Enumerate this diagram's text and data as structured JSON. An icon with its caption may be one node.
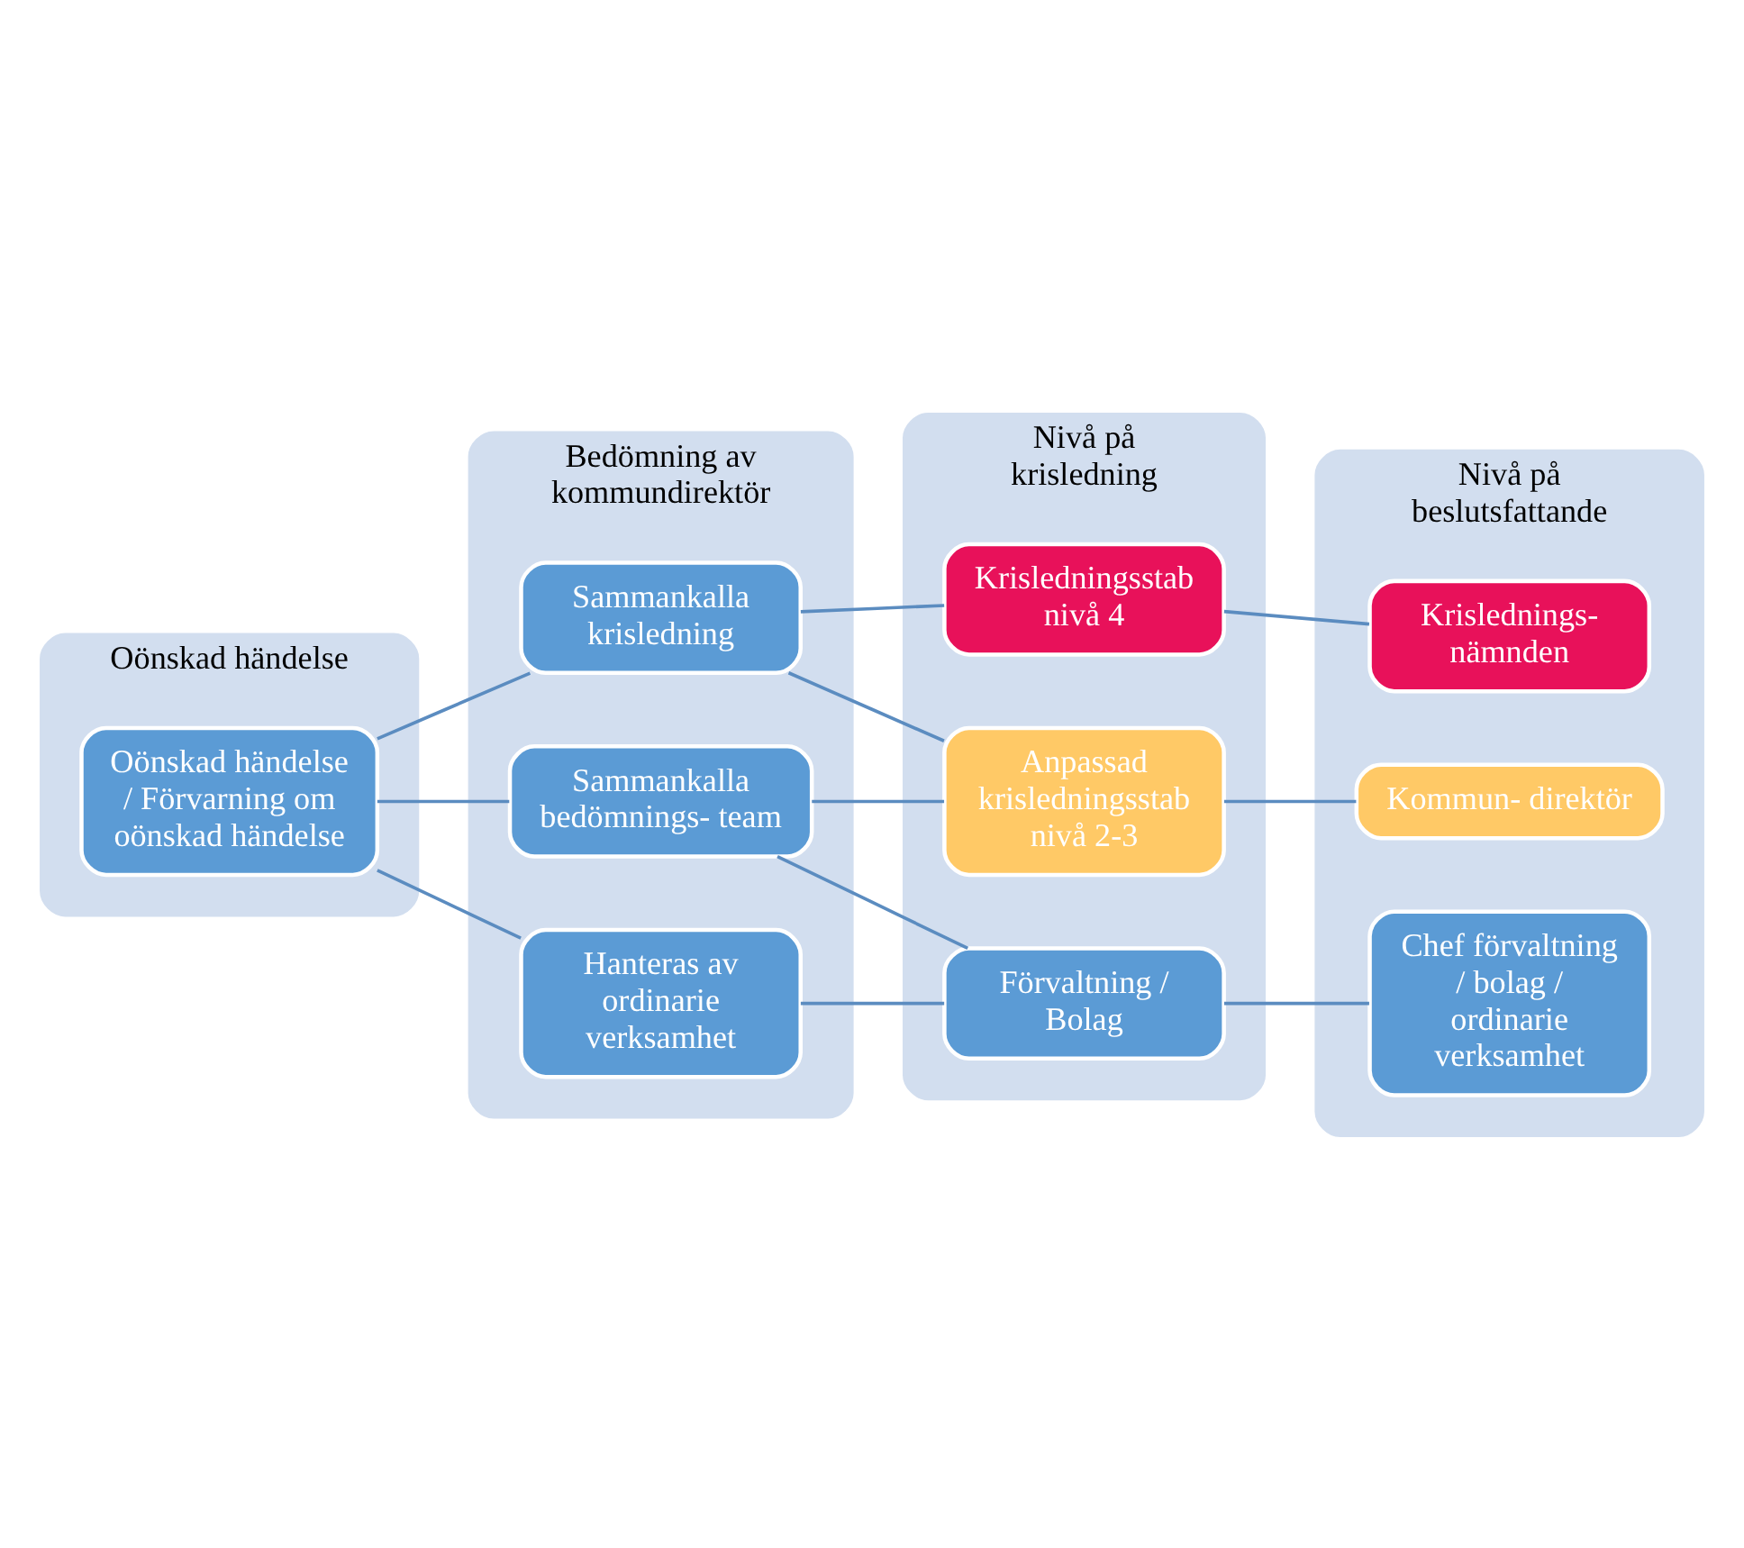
{
  "diagram": {
    "nodes": [
      {
        "text": [
          "Oönskad händelse"
        ]
      },
      {
        "text": [
          "Oönskad händelse / Förvarning om oönskad händelse"
        ],
        "in": 0
      },
      {
        "text": [
          "Bedömning av kommundirektör"
        ]
      },
      {
        "text": [
          "Sammankalla krisledning"
        ],
        "in": 2
      },
      {
        "text": [
          "Sammankalla bedömnings- team"
        ],
        "in": 2
      },
      {
        "text": [
          "Hanteras av ordinarie verksamhet"
        ],
        "in": 2
      },
      {
        "text": [
          "Nivå på krisledning"
        ]
      },
      {
        "text": [
          "Krisledningsstab nivå 4"
        ],
        "in": 6
      },
      {
        "text": [
          "Anpassad krisledningsstab nivå 2-3"
        ],
        "in": 6
      },
      {
        "text": [
          "Förvaltning / Bolag"
        ],
        "in": 6
      },
      {
        "text": [
          "Nivå på beslutsfattande"
        ]
      },
      {
        "text": [
          "Krislednings- nämnden"
        ],
        "in": 10
      },
      {
        "text": [
          "Kommun- direktör"
        ],
        "in": 10
      },
      {
        "text": [
          "Chef förvaltning / bolag / ordinarie verksamhet"
        ],
        "in": 10
      }
    ],
    "edges": [
      {
        "from": 1,
        "to": 3,
        "arrow": "none"
      },
      {
        "from": 1,
        "to": 4,
        "arrow": "none"
      },
      {
        "from": 1,
        "to": 5,
        "arrow": "none"
      },
      {
        "from": 3,
        "to": 7,
        "arrow": "none"
      },
      {
        "from": 3,
        "to": 8,
        "arrow": "none"
      },
      {
        "from": 4,
        "to": 8,
        "arrow": "none"
      },
      {
        "from": 4,
        "to": 9,
        "arrow": "none"
      },
      {
        "from": 5,
        "to": 9,
        "arrow": "none"
      },
      {
        "from": 7,
        "to": 11,
        "arrow": "none"
      },
      {
        "from": 8,
        "to": 12,
        "arrow": "none"
      },
      {
        "from": 9,
        "to": 13,
        "arrow": "none"
      }
    ]
  }
}
